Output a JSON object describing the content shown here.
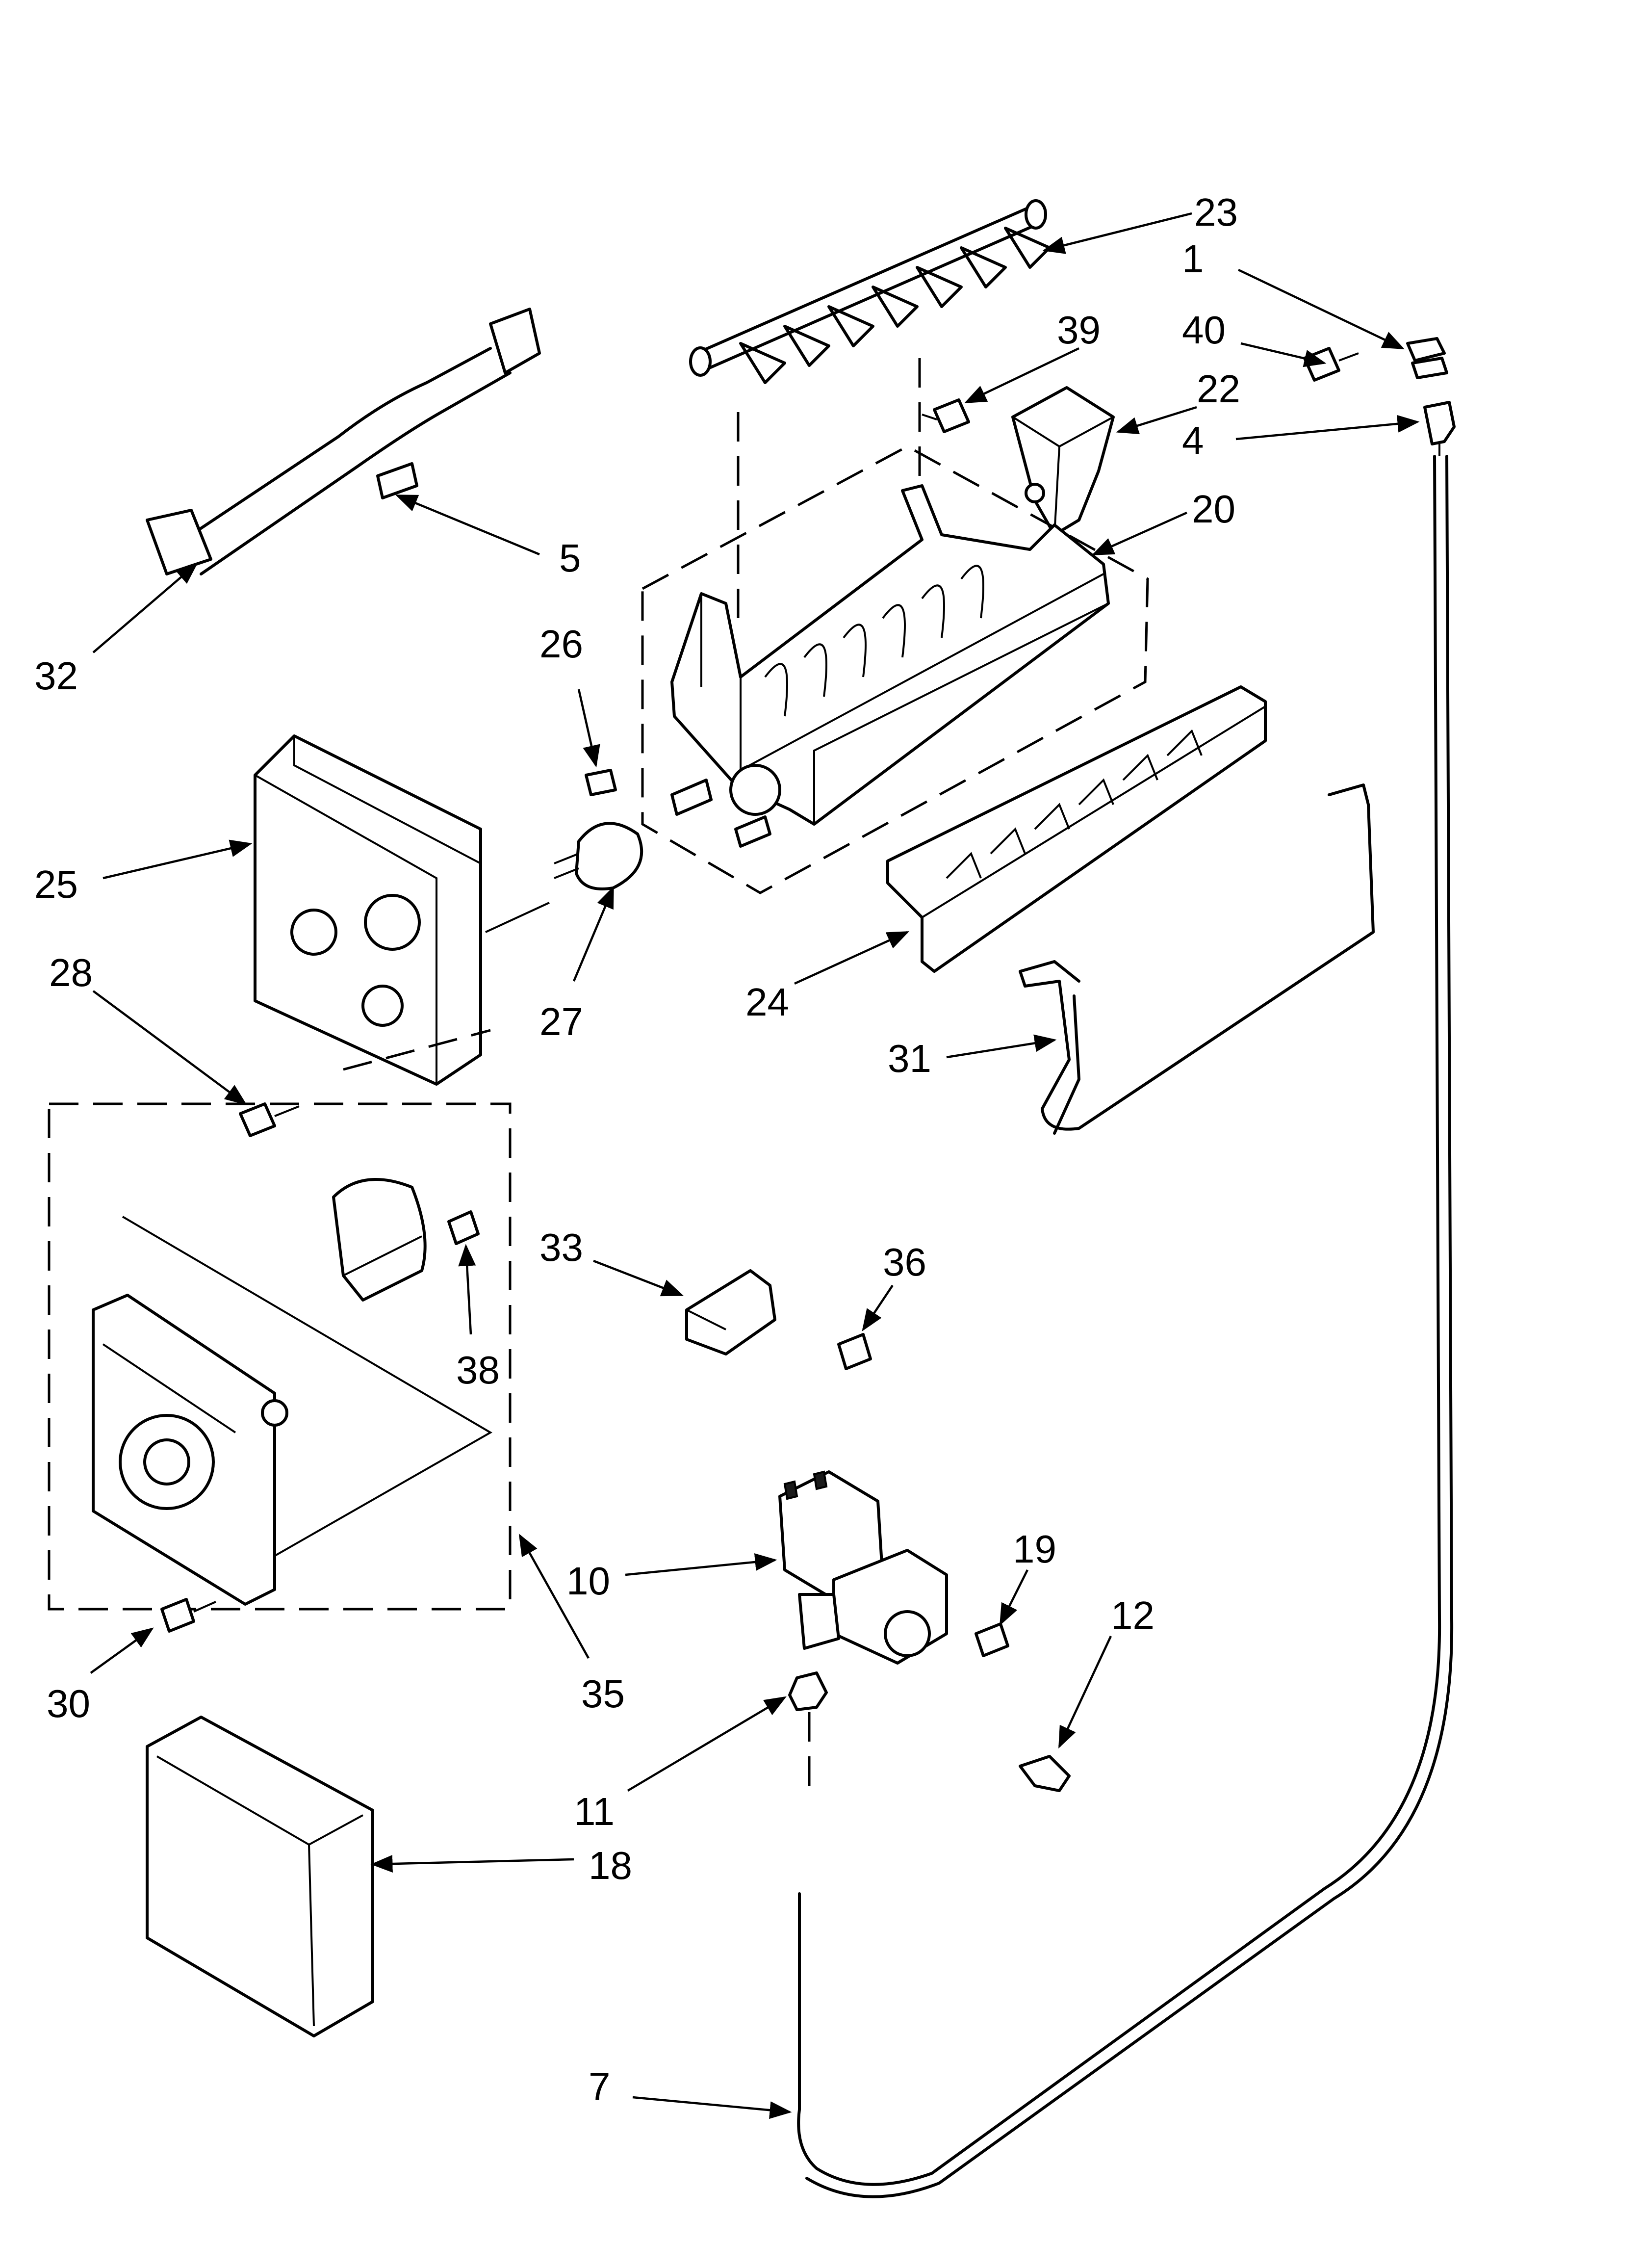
{
  "diagram": {
    "callouts": [
      {
        "id": "c23",
        "label": "23"
      },
      {
        "id": "c1",
        "label": "1"
      },
      {
        "id": "c39",
        "label": "39"
      },
      {
        "id": "c40",
        "label": "40"
      },
      {
        "id": "c22",
        "label": "22"
      },
      {
        "id": "c4",
        "label": "4"
      },
      {
        "id": "c20",
        "label": "20"
      },
      {
        "id": "c5",
        "label": "5"
      },
      {
        "id": "c32",
        "label": "32"
      },
      {
        "id": "c26",
        "label": "26"
      },
      {
        "id": "c25",
        "label": "25"
      },
      {
        "id": "c28",
        "label": "28"
      },
      {
        "id": "c27",
        "label": "27"
      },
      {
        "id": "c24",
        "label": "24"
      },
      {
        "id": "c31",
        "label": "31"
      },
      {
        "id": "c33",
        "label": "33"
      },
      {
        "id": "c36",
        "label": "36"
      },
      {
        "id": "c38",
        "label": "38"
      },
      {
        "id": "c10",
        "label": "10"
      },
      {
        "id": "c19",
        "label": "19"
      },
      {
        "id": "c12",
        "label": "12"
      },
      {
        "id": "c30",
        "label": "30"
      },
      {
        "id": "c35",
        "label": "35"
      },
      {
        "id": "c11",
        "label": "11"
      },
      {
        "id": "c18",
        "label": "18"
      },
      {
        "id": "c7",
        "label": "7"
      }
    ]
  },
  "colors": {
    "ink": "#000000",
    "background": "#ffffff"
  }
}
